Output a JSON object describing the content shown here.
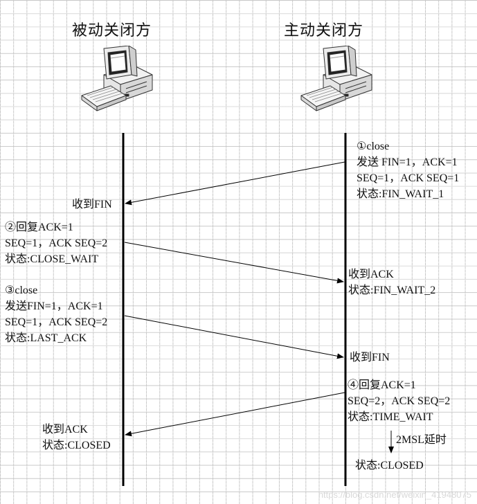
{
  "passive": {
    "title": "被动关闭方",
    "received_fin": "收到FIN",
    "step2": [
      "②回复ACK=1",
      "SEQ=1，ACK SEQ=2",
      "状态:CLOSE_WAIT"
    ],
    "step3": [
      "③close",
      "发送FIN=1，ACK=1",
      "SEQ=1，ACK SEQ=2",
      "状态:LAST_ACK"
    ],
    "final": [
      "收到ACK",
      "状态:CLOSED"
    ]
  },
  "active": {
    "title": "主动关闭方",
    "step1": [
      "①close",
      "发送 FIN=1，ACK=1",
      "SEQ=1，ACK SEQ=1",
      "状态:FIN_WAIT_1"
    ],
    "received_ack": [
      "收到ACK",
      "状态:FIN_WAIT_2"
    ],
    "received_fin": "收到FIN",
    "step4": [
      "④回复ACK=1",
      "SEQ=2，ACK SEQ=2",
      "状态:TIME_WAIT"
    ],
    "delay": "2MSL延时",
    "final": "状态:CLOSED"
  },
  "watermark": "https://blog.csdn.net/weixin_41948075",
  "icons": [
    "computer-icon",
    "computer-icon"
  ]
}
